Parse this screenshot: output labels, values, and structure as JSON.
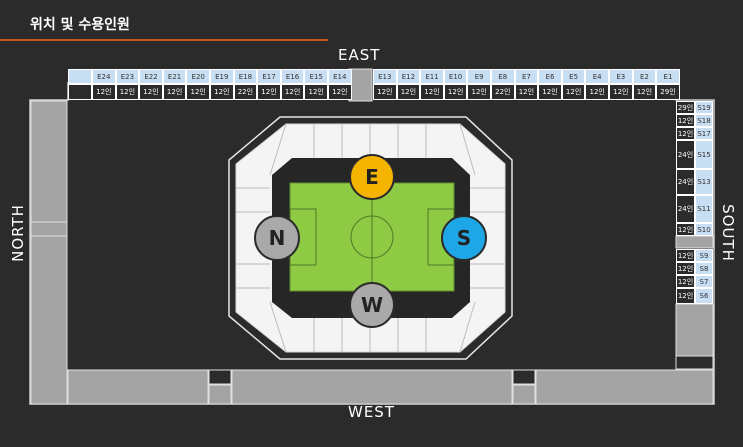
{
  "header": {
    "title": "위치 및 수용인원"
  },
  "directions": {
    "east": "EAST",
    "west": "WEST",
    "north": "NORTH",
    "south": "SOUTH"
  },
  "east_sections": [
    {
      "name": "E24",
      "capacity": "12인"
    },
    {
      "name": "E23",
      "capacity": "12인"
    },
    {
      "name": "E22",
      "capacity": "12인"
    },
    {
      "name": "E21",
      "capacity": "12인"
    },
    {
      "name": "E20",
      "capacity": "12인"
    },
    {
      "name": "E19",
      "capacity": "12인"
    },
    {
      "name": "E18",
      "capacity": "22인"
    },
    {
      "name": "E17",
      "capacity": "12인"
    },
    {
      "name": "E16",
      "capacity": "12인"
    },
    {
      "name": "E15",
      "capacity": "12인"
    },
    {
      "name": "E14",
      "capacity": "12인"
    },
    {
      "name": "E13",
      "capacity": "12인"
    },
    {
      "name": "E12",
      "capacity": "12인"
    },
    {
      "name": "E11",
      "capacity": "12인"
    },
    {
      "name": "E10",
      "capacity": "12인"
    },
    {
      "name": "E9",
      "capacity": "12인"
    },
    {
      "name": "E8",
      "capacity": "22인"
    },
    {
      "name": "E7",
      "capacity": "12인"
    },
    {
      "name": "E6",
      "capacity": "12인"
    },
    {
      "name": "E5",
      "capacity": "12인"
    },
    {
      "name": "E4",
      "capacity": "12인"
    },
    {
      "name": "E3",
      "capacity": "12인"
    },
    {
      "name": "E2",
      "capacity": "12인"
    },
    {
      "name": "E1",
      "capacity": "29인"
    }
  ],
  "south_sections": [
    {
      "name": "S19",
      "capacity": "29인"
    },
    {
      "name": "S18",
      "capacity": "12인"
    },
    {
      "name": "S17",
      "capacity": "12인"
    },
    {
      "name": "S15",
      "capacity": "24인"
    },
    {
      "name": "S13",
      "capacity": "24인"
    },
    {
      "name": "S11",
      "capacity": "24인"
    },
    {
      "name": "S10",
      "capacity": "12인"
    },
    {
      "name": "S9",
      "capacity": "12인"
    },
    {
      "name": "S8",
      "capacity": "12인"
    },
    {
      "name": "S7",
      "capacity": "12인"
    },
    {
      "name": "S6",
      "capacity": "12인"
    }
  ],
  "zones": [
    {
      "letter": "E",
      "color": "#f5b400"
    },
    {
      "letter": "N",
      "color": "#a9a9a9"
    },
    {
      "letter": "S",
      "color": "#1ea7e6"
    },
    {
      "letter": "W",
      "color": "#a9a9a9"
    }
  ],
  "colors": {
    "pitch": "#8fca45",
    "accent_line": "#c05a18",
    "seat_box": "#c8def2"
  }
}
